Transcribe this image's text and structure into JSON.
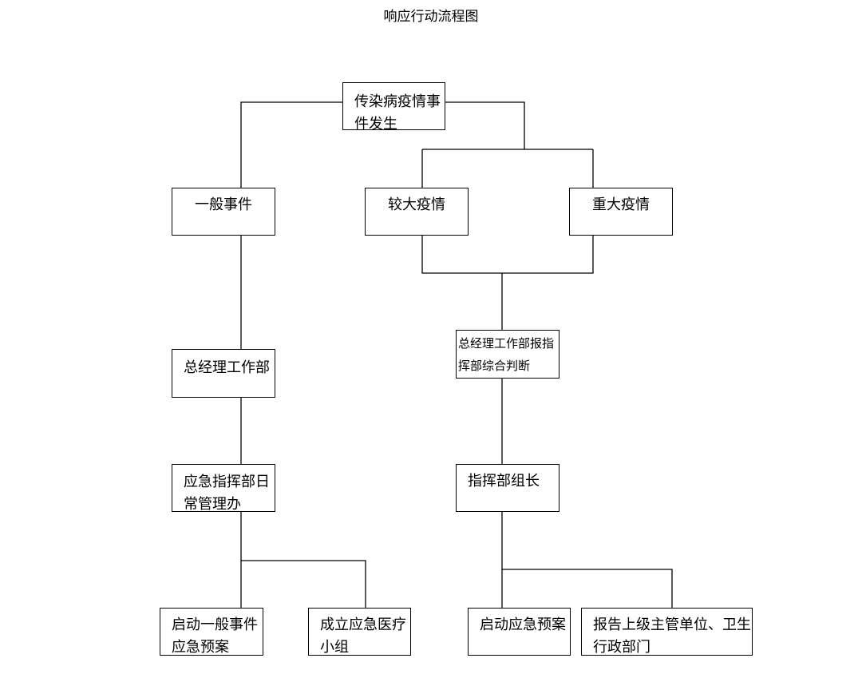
{
  "title": "响应行动流程图",
  "nodes": {
    "outbreak": "传染病疫情事件发生",
    "general": "一般事件",
    "larger": "较大疫情",
    "major": "重大疫情",
    "gm_office_left": "总经理工作部",
    "gm_office_right": "总经理工作部报指挥部综合判断",
    "emergency_daily_office": "应急指挥部日常管理办",
    "commander_chief": "指挥部组长",
    "start_general_plan": "启动一般事件应急预案",
    "medical_team": "成立应急医疗小组",
    "start_plan": "启动应急预案",
    "report_superior": "报告上级主管单位、卫生行政部门"
  }
}
